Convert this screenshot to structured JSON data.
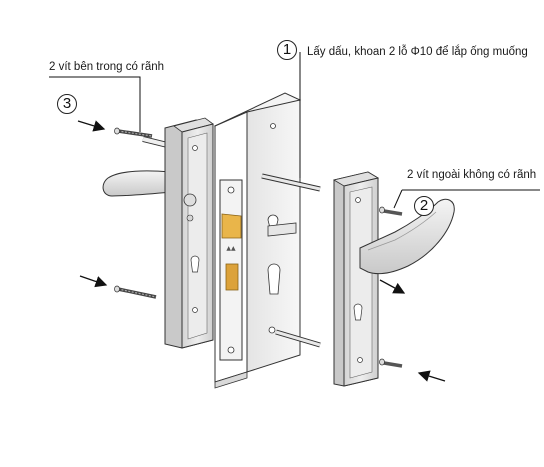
{
  "callouts": {
    "step1": {
      "number": "1",
      "text": "Lấy dấu, khoan 2 lỗ Φ10 để lắp ống muống"
    },
    "step2": {
      "number": "2",
      "text": "2 vít ngoài không có rãnh"
    },
    "step3": {
      "number": "3",
      "text": "2 vít bên trong có rãnh"
    }
  },
  "colors": {
    "line": "#1a1a1a",
    "plate_face": "#e9e9e9",
    "plate_rim": "#cfcfcf",
    "door_face": "#f2f2f2",
    "door_edge": "#ffffff",
    "lock_body": "#efefef",
    "latch_gold": "#e9b54a",
    "bolt_gold": "#dca23a"
  }
}
